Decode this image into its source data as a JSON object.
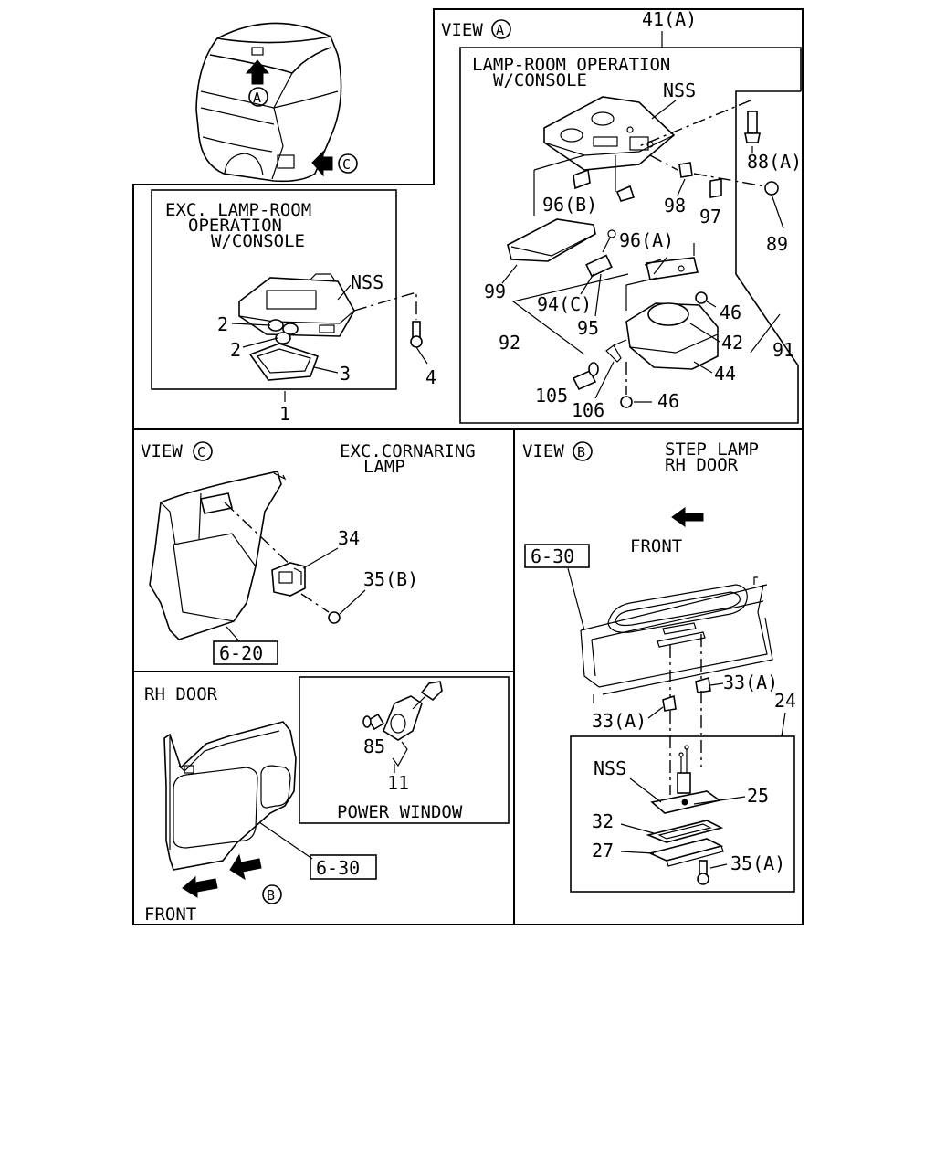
{
  "top_left": {
    "view_marker": "A",
    "view_marker_c": "C"
  },
  "view_a": {
    "title": "VIEW",
    "marker": "A",
    "assembly_ref": "41(A)",
    "box_title_1": "LAMP-ROOM OPERATION",
    "box_title_2": "W/CONSOLE",
    "labels": {
      "nss": "NSS",
      "p88a": "88(A)",
      "p89": "89",
      "p96b": "96(B)",
      "p98": "98",
      "p97": "97",
      "p96a": "96(A)",
      "p99": "99",
      "p94c": "94(C)",
      "p95": "95",
      "p46a": "46",
      "p92": "92",
      "p42": "42",
      "p91": "91",
      "p44": "44",
      "p105": "105",
      "p106": "106",
      "p46b": "46"
    }
  },
  "exc_lamp": {
    "title_1": "EXC. LAMP-ROOM",
    "title_2": "OPERATION",
    "title_3": "W/CONSOLE",
    "labels": {
      "nss": "NSS",
      "p2a": "2",
      "p2b": "2",
      "p3": "3",
      "p4": "4",
      "p1": "1"
    }
  },
  "view_c": {
    "title": "VIEW",
    "marker": "C",
    "note_1": "EXC.CORNARING",
    "note_2": "LAMP",
    "labels": {
      "p34": "34",
      "p35b": "35(B)",
      "ref": "6-20"
    }
  },
  "view_b": {
    "title": "VIEW",
    "marker": "B",
    "note_1": "STEP LAMP",
    "note_2": "RH DOOR",
    "front": "FRONT",
    "labels": {
      "ref": "6-30",
      "p33a_1": "33(A)",
      "p33a_2": "33(A)",
      "p24": "24",
      "nss": "NSS",
      "p25": "25",
      "p32": "32",
      "p27": "27",
      "p35a": "35(A)"
    }
  },
  "rh_door": {
    "title": "RH DOOR",
    "front": "FRONT",
    "marker": "B",
    "ref": "6-30",
    "power_window": "POWER WINDOW",
    "labels": {
      "p85": "85",
      "p11": "11"
    }
  }
}
